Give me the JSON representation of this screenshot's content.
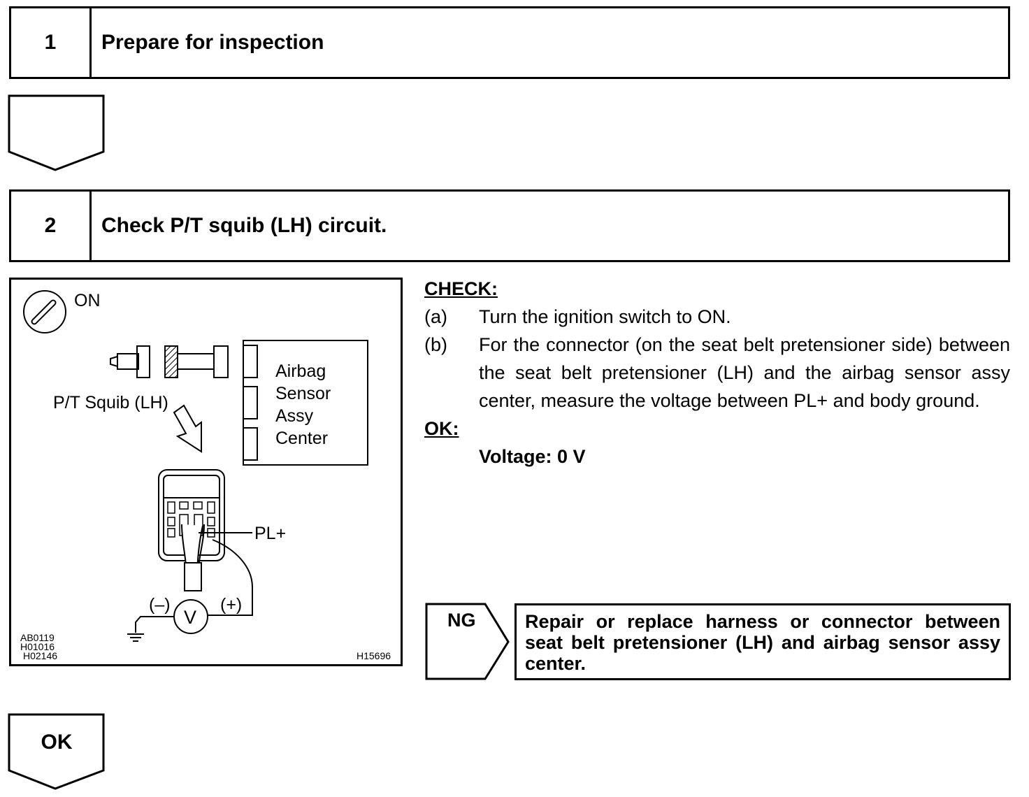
{
  "steps": [
    {
      "number": "1",
      "title": "Prepare for inspection"
    },
    {
      "number": "2",
      "title": "Check P/T squib (LH) circuit."
    }
  ],
  "figure": {
    "switch_state": "ON",
    "squib_label": "P/T Squib (LH)",
    "sensor_label": [
      "Airbag",
      "Sensor",
      "Assy",
      "Center"
    ],
    "terminal_label": "PL+",
    "meter_negative": "(–)",
    "meter_positive": "(+)",
    "meter_symbol": "V",
    "ref_codes": [
      "AB0119",
      "H01016",
      "H02146"
    ],
    "figure_code": "H15696",
    "icons": [
      "ignition-key-icon",
      "connector-icon",
      "voltmeter-icon",
      "ground-icon"
    ]
  },
  "check": {
    "heading": "CHECK:",
    "items": [
      {
        "label": "(a)",
        "text": "Turn the ignition switch to ON."
      },
      {
        "label": "(b)",
        "text": "For the connector (on the seat belt pretensioner side) between the seat belt pretensioner (LH) and the airbag sensor assy center, measure the voltage between PL+ and body ground."
      }
    ],
    "ok_heading": "OK:",
    "spec": "Voltage: 0 V"
  },
  "ng": {
    "label": "NG",
    "action": "Repair or replace harness or connector between seat belt pretensioner (LH) and airbag sensor assy center."
  },
  "ok_label": "OK"
}
